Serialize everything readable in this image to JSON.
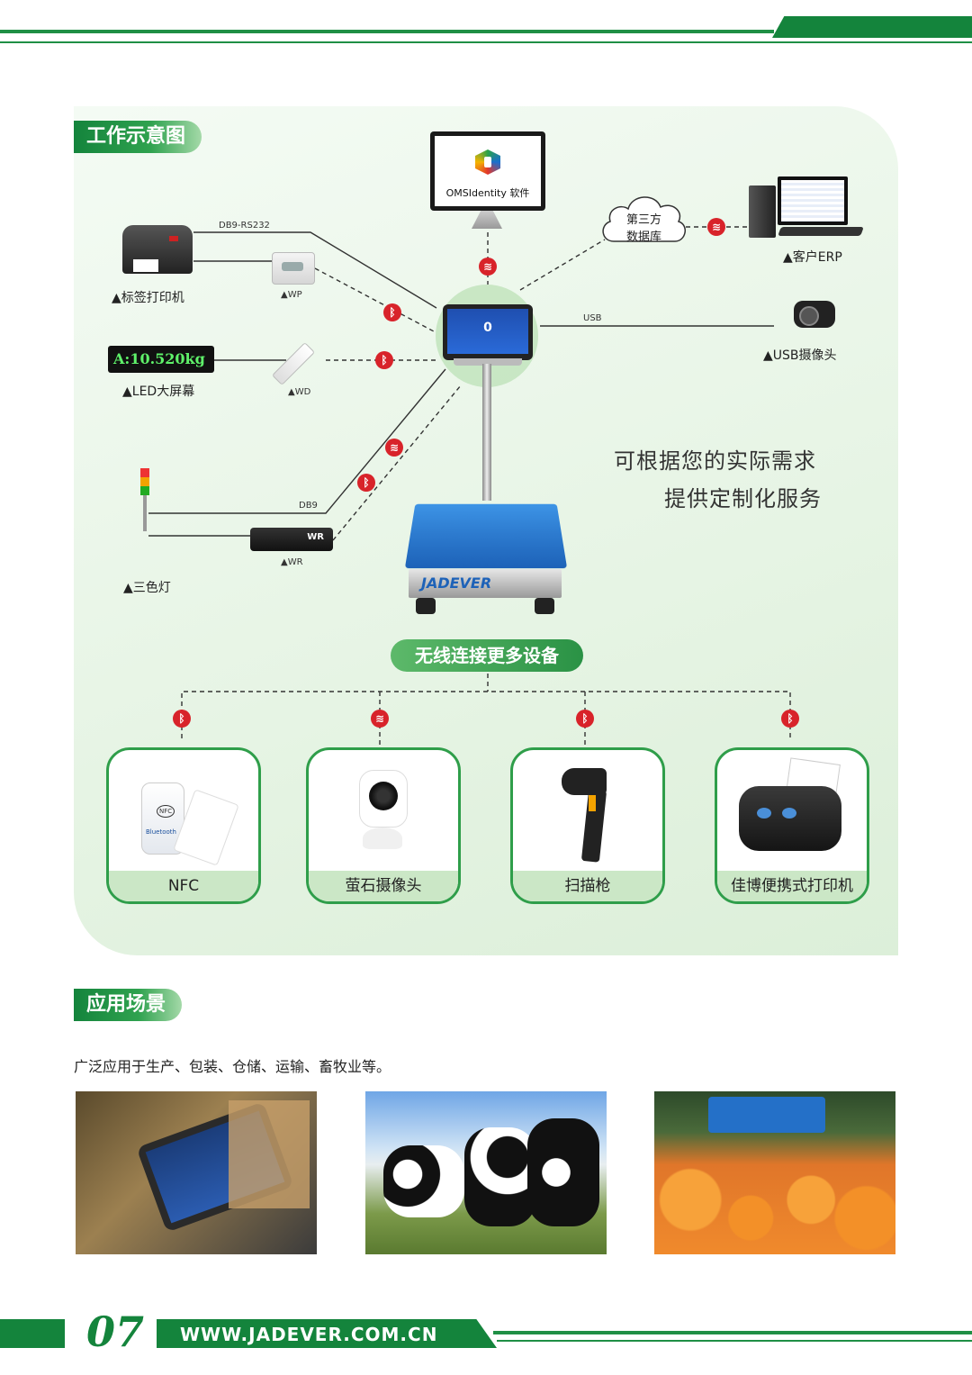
{
  "sections": {
    "workflow_title": "工作示意图",
    "application_title": "应用场景"
  },
  "software": {
    "label": "OMSIdentity 软件"
  },
  "cloud": {
    "line1": "第三方",
    "line2": "数据库"
  },
  "devices": {
    "label_printer": "▲标签打印机",
    "wp": "▲WP",
    "led": "▲LED大屏幕",
    "led_display_text": "A:10.520kg",
    "wd": "▲WD",
    "tricolor_light": "▲三色灯",
    "wr": "▲WR",
    "wr_box_text": "WR",
    "erp": "▲客户ERP",
    "usb_camera": "▲USB摄像头"
  },
  "connections": {
    "db9_rs232": "DB9-RS232",
    "usb": "USB",
    "db9": "DB9"
  },
  "scale": {
    "reading": "0",
    "brand": "JADEVER"
  },
  "tagline": {
    "line1": "可根据您的实际需求",
    "line2": "提供定制化服务"
  },
  "wireless_title": "无线连接更多设备",
  "wireless_devices": [
    {
      "name": "NFC",
      "link": "bluetooth"
    },
    {
      "name": "萤石摄像头",
      "link": "wifi"
    },
    {
      "name": "扫描枪",
      "link": "bluetooth"
    },
    {
      "name": "佳博便携式打印机",
      "link": "bluetooth"
    }
  ],
  "nfc_tag": "NFC",
  "bluetooth_text": "Bluetooth",
  "application_desc": "广泛应用于生产、包装、仓储、运输、畜牧业等。",
  "footer": {
    "page_number": "07",
    "website": "WWW.JADEVER.COM.CN"
  },
  "colors": {
    "brand_green": "#14843c",
    "light_green": "#cbe7c6",
    "badge_red": "#d8232a",
    "scale_blue": "#2f7fd1"
  }
}
